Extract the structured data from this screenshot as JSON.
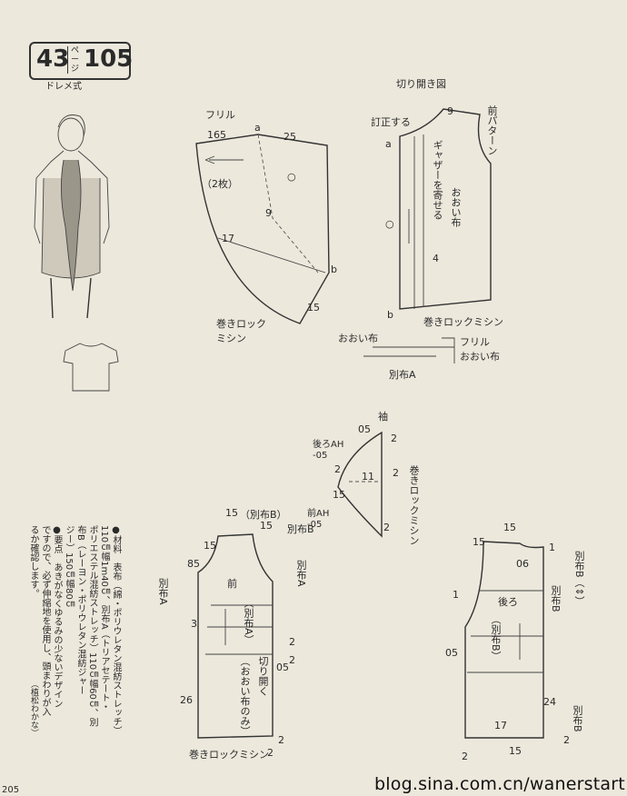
{
  "header": {
    "page_left": "43",
    "page_mid": "ページ",
    "page_right": "105",
    "method": "ドレメ式"
  },
  "frill": {
    "title": "フリル",
    "m165": "165",
    "m25": "25",
    "a": "a",
    "count": "（2枚）",
    "m9": "9",
    "m17": "17",
    "b": "b",
    "m15": "15",
    "circle": "○",
    "rock": "巻きロック\nミシン"
  },
  "open_diagram": {
    "title": "切り開き図",
    "correct": "訂正する",
    "m9": "9",
    "front_pattern": "前パターン",
    "a": "a",
    "gather": "ギャザーを寄せる",
    "cover": "おおい布",
    "m4": "4",
    "b": "b",
    "rock": "巻きロックミシン",
    "circle": "○"
  },
  "layer": {
    "cover": "おおい布",
    "frill": "フリル",
    "cover2": "おおい布",
    "separate_a": "別布A"
  },
  "sleeve": {
    "title": "袖",
    "back_ah": "後ろAH\n-05",
    "front_ah": "前AH\n-05",
    "m05": "05",
    "m2a": "2",
    "m2b": "2",
    "m2c": "2",
    "m2d": "2",
    "m11": "11",
    "m15": "15",
    "rock": "巻きロックミシン"
  },
  "front": {
    "m15a": "15",
    "sep_b": "（別布B）",
    "m15b": "15",
    "sep_b2": "別布B",
    "m15c": "15",
    "m85": "85",
    "sep_a": "別布A",
    "sep_a2": "別布A",
    "title": "前",
    "sep_a_label": "（別布A）",
    "m3": "3",
    "m2a": "2",
    "m2b": "2",
    "m05": "05",
    "open": "切り開く",
    "cover_circle": "（おおい布のみ）",
    "m26": "26",
    "m2c": "2",
    "rock": "巻きロックミシン",
    "m2d": "2"
  },
  "back": {
    "m15a": "15",
    "m15b": "15",
    "m1a": "1",
    "m06": "06",
    "sep_b_arrow": "別布B（⇕）",
    "m1b": "1",
    "sep_b": "別布B",
    "title": "後ろ",
    "sep_b_label": "（別布B）",
    "m05": "05",
    "m24": "24",
    "m17": "17",
    "sep_b2": "別布B",
    "m2a": "2",
    "m15c": "15",
    "m2b": "2"
  },
  "notes": {
    "line1": "●材料　表布（綿・ポリウレタン混紡ストレッチ）",
    "line2": "110㎝幅1m40㎝、別布A（トリアセテート・",
    "line3": "ポリエステル混紡ストレッチ）110㎝幅60㎝、別",
    "line4": "布B（レーヨン・ポリウレタン混紡ジャー",
    "line5": "ジー）150㎝幅80㎝",
    "line6": "●要点　あきがなくゆるみの少ないデザイン",
    "line7": "ですので、必ず伸縮地を使用し、頭まわりが入",
    "line8": "るか確認します。",
    "credit": "（植松わかな）"
  },
  "footer": {
    "url": "blog.sina.com.cn/wanerstart",
    "page": "205"
  }
}
